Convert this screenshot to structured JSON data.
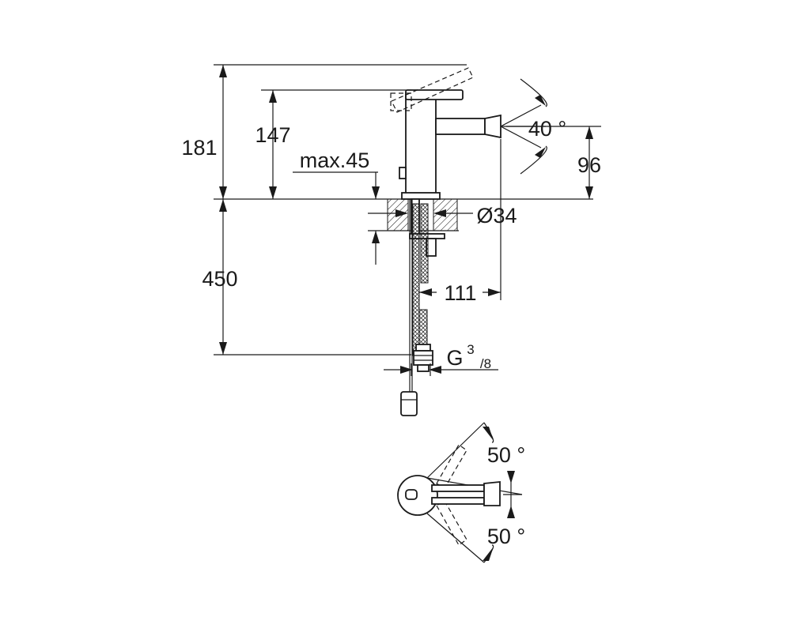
{
  "dimensions": {
    "overall_height": "181",
    "spout_height": "147",
    "max_thickness": "max.45",
    "lever_angle": "40 °",
    "outlet_height": "96",
    "hole_diameter": "Ø34",
    "hose_length": "450",
    "projection": "111",
    "thread_main": "G",
    "thread_num": "3",
    "thread_den": "/8",
    "swivel_left": "50 °",
    "swivel_right": "50 °"
  }
}
